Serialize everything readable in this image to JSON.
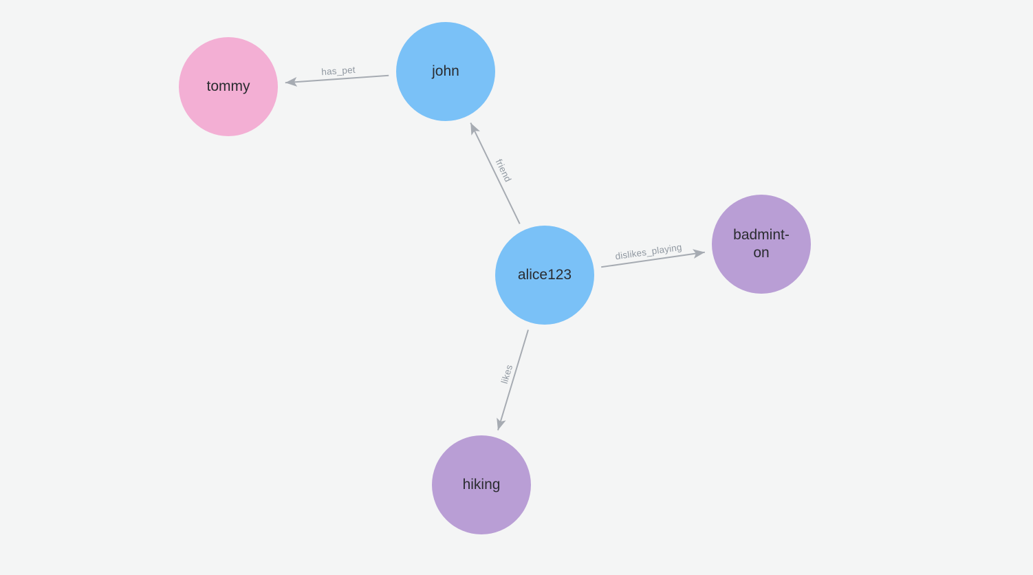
{
  "app": {
    "view": "graph-visualization"
  },
  "palette": {
    "background": "#f4f5f5",
    "node_blue": "#7ac1f7",
    "node_pink": "#f3afd4",
    "node_purple": "#b99ed5",
    "edge_color": "#a6abb2",
    "edge_label_color": "#9098a1",
    "node_text_color": "#2a2c30"
  },
  "graph": {
    "nodes": [
      {
        "id": "tommy",
        "label": "tommy",
        "lines": [
          "tommy"
        ],
        "color": "#f3afd4"
      },
      {
        "id": "john",
        "label": "john",
        "lines": [
          "john"
        ],
        "color": "#7ac1f7"
      },
      {
        "id": "alice123",
        "label": "alice123",
        "lines": [
          "alice123"
        ],
        "color": "#7ac1f7"
      },
      {
        "id": "badminton",
        "label": "badminton",
        "lines": [
          "badmint-",
          "on"
        ],
        "color": "#b99ed5"
      },
      {
        "id": "hiking",
        "label": "hiking",
        "lines": [
          "hiking"
        ],
        "color": "#b99ed5"
      }
    ],
    "edges": [
      {
        "source": "john",
        "target": "tommy",
        "label": "has_pet"
      },
      {
        "source": "alice123",
        "target": "john",
        "label": "friend"
      },
      {
        "source": "alice123",
        "target": "badminton",
        "label": "dislikes_playing"
      },
      {
        "source": "alice123",
        "target": "hiking",
        "label": "likes"
      }
    ]
  }
}
